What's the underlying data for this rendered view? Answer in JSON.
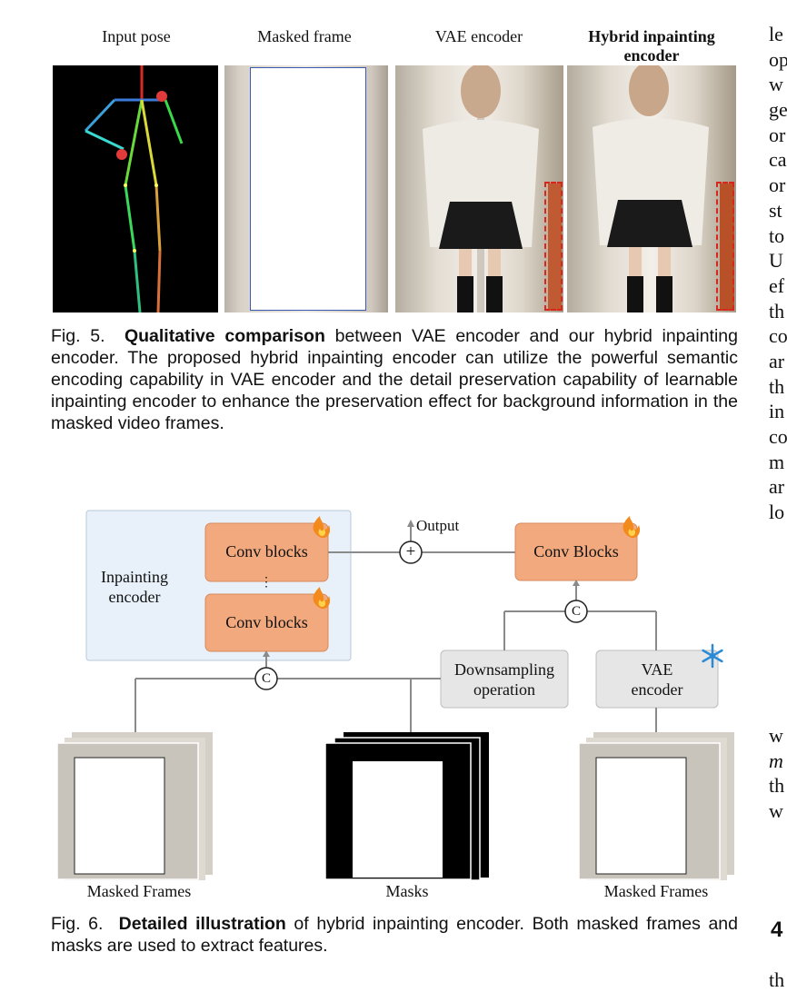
{
  "fig5": {
    "columns": [
      "Input pose",
      "Masked frame",
      "VAE encoder",
      "Hybrid inpainting encoder"
    ],
    "caption_prefix": "Fig. 5.",
    "caption_bold": "Qualitative comparison",
    "caption_rest": " between VAE encoder and our hybrid inpainting encoder. The proposed hybrid inpainting encoder can utilize the powerful semantic encoding capability in VAE encoder and the detail preservation capability of learnable inpainting encoder to enhance the preservation effect for background information in the masked video frames."
  },
  "fig6": {
    "inpainting_label_1": "Inpainting",
    "inpainting_label_2": "encoder",
    "conv_top": "Conv blocks",
    "conv_bottom": "Conv blocks",
    "vdots": "⋮",
    "output": "Output",
    "plus": "+",
    "concat_symbol": "C",
    "conv_right": "Conv Blocks",
    "downsample_1": "Downsampling",
    "downsample_2": "operation",
    "vae_1": "VAE",
    "vae_2": "encoder",
    "masked_frames_left": "Masked Frames",
    "masks": "Masks",
    "masked_frames_right": "Masked Frames",
    "caption_prefix": "Fig. 6.",
    "caption_bold": "Detailed illustration",
    "caption_rest": " of hybrid inpainting encoder. Both masked frames and masks are used to extract features."
  },
  "right_column_fragments": [
    "le",
    "op",
    "w",
    "ge",
    "or",
    "ca",
    "or",
    "st",
    "to",
    "U",
    "ef",
    "th",
    "co",
    "ar",
    "th",
    "in",
    "co",
    "m",
    "ar",
    "lo",
    "w",
    "m",
    "th",
    "w",
    "4",
    "th"
  ],
  "colors": {
    "conv_block": "#f2a97e",
    "encoder_panel": "#e8f1f9",
    "gray_box": "#e6e6e6",
    "mask_red": "#d9261c",
    "pose_bg": "#000000"
  }
}
